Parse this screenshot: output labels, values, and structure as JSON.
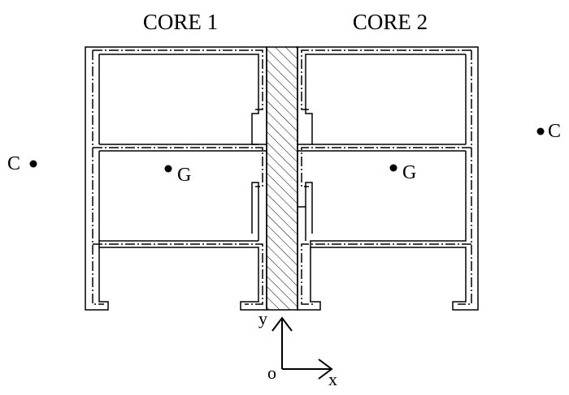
{
  "figure": {
    "core1_label": "CORE 1",
    "core2_label": "CORE 2",
    "left_point_label": "C",
    "right_point_label": "C",
    "core1_centroid_label": "G",
    "core2_centroid_label": "G",
    "axis_x_label": "x",
    "axis_y_label": "y",
    "axis_origin_label": "o"
  },
  "colors": {
    "stroke": "#000000",
    "hatch": "#000000",
    "background": "#ffffff"
  }
}
